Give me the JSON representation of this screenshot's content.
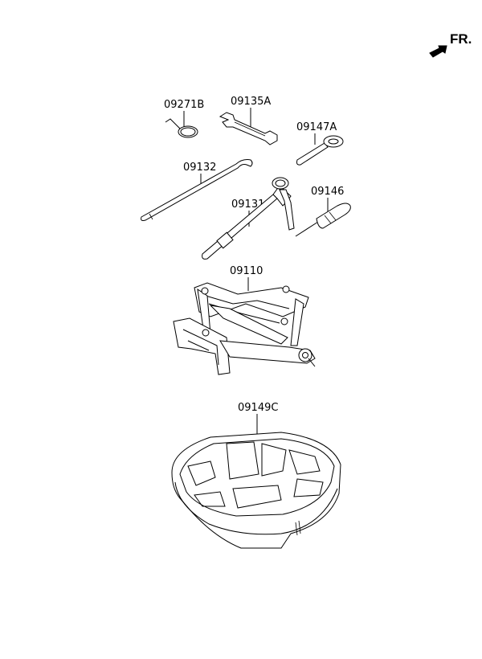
{
  "direction_indicator": {
    "label": "FR."
  },
  "parts": [
    {
      "id": "wire-hook",
      "part_number": "09271B"
    },
    {
      "id": "wrench",
      "part_number": "09135A"
    },
    {
      "id": "eye-bolt",
      "part_number": "09147A"
    },
    {
      "id": "jack-handle",
      "part_number": "09132"
    },
    {
      "id": "wheel-nut-wrench",
      "part_number": "09131"
    },
    {
      "id": "screwdriver",
      "part_number": "09146"
    },
    {
      "id": "jack",
      "part_number": "09110"
    },
    {
      "id": "tool-tray",
      "part_number": "09149C"
    }
  ]
}
